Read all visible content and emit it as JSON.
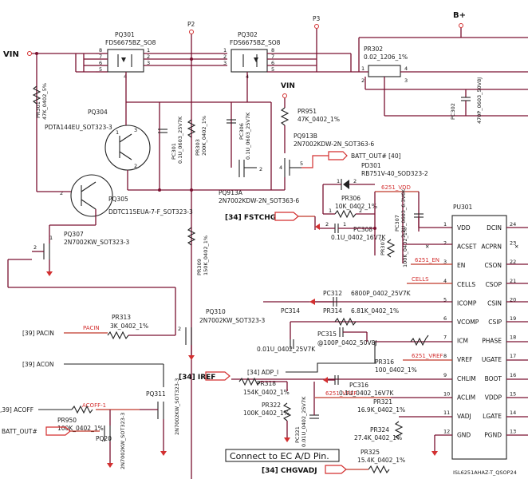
{
  "nets": {
    "vin_left": "VIN",
    "vin_mid": "VIN",
    "bplus": "B+",
    "p2": "P2",
    "p3": "P3",
    "vdd_6251": "6251_VDD",
    "en_6251": "6251_EN",
    "cells": "CELLS",
    "vref_6251": "6251_VREF",
    "vref_6251_b": "6251_VREF",
    "pacin": "PACIN",
    "acoff1": "ACOFF-1"
  },
  "ports": {
    "fstchg": "[34]  FSTCHG",
    "iref": "[34]  IREF",
    "chgvadj": "[34]  CHGVADJ",
    "pacin": "[39]  PACIN",
    "acon": "[39]  ACON",
    "acoff": ",39]  ACOFF",
    "batt_out_left": "BATT_OUT#",
    "batt_out_right": "BATT_OUT#  [40]",
    "adp_i": "[34]  ADP_I"
  },
  "parts": {
    "pq301": {
      "ref": "PQ301",
      "value": "FDS6675BZ_SO8"
    },
    "pq302": {
      "ref": "PQ302",
      "value": "FDS6675BZ_SO8"
    },
    "pr302": {
      "ref": "PR302",
      "value": "0.02_1206_1%"
    },
    "pc302": {
      "ref": "PC302",
      "value": "470P_0603_50V8J"
    },
    "pr301": {
      "ref": "PR301",
      "value": "47K_0402_5%"
    },
    "pq304": {
      "ref": "PQ304",
      "value": "PDTA144EU_SOT323-3"
    },
    "pc301": {
      "ref": "PC301",
      "value": "0.1U_0603_25V7K"
    },
    "pr303": {
      "ref": "PR303",
      "value": "200K_0402_1%"
    },
    "pc306": {
      "ref": "PC306",
      "value": "0.1U_0603_25V7K"
    },
    "pr951": {
      "ref": "PR951",
      "value": "47K_0402_1%"
    },
    "pq913b": {
      "ref": "PQ913B",
      "value": "2N7002KDW-2N_SOT363-6"
    },
    "pq913a": {
      "ref": "PQ913A",
      "value": "2N7002KDW-2N_SOT363-6"
    },
    "pd301": {
      "ref": "PD301",
      "value": "RB751V-40_SOD323-2"
    },
    "pq305": {
      "ref": "PQ305",
      "value": "DDTC115EUA-7-F_SOT323-3"
    },
    "pr306": {
      "ref": "PR306",
      "value": "10K_0402_1%"
    },
    "pc308": {
      "ref": "PC308",
      "value": "0.1U_0402_16V7K"
    },
    "pc307": {
      "ref": "PC307",
      "value": "2.2U_0603_6.3V6K"
    },
    "pr307": {
      "ref": "PR307",
      "value": "100K_0402_1%"
    },
    "pq307": {
      "ref": "PQ307",
      "value": "2N7002KW_SOT323-3"
    },
    "pr309": {
      "ref": "PR309",
      "value": "150K_0402_1%"
    },
    "pr313": {
      "ref": "PR313",
      "value": "3K_0402_1%"
    },
    "pq310": {
      "ref": "PQ310",
      "value": "2N7002KW_SOT323-3"
    },
    "pc312": {
      "ref": "PC312",
      "value": "6800P_0402_25V7K"
    },
    "pr314": {
      "ref": "PR314",
      "value": "6.81K_0402_1%"
    },
    "pc314": {
      "ref": "PC314",
      "value": "0.01U_0402_25V7K"
    },
    "pc315": {
      "ref": "PC315",
      "value": "@100P_0402_50V8J"
    },
    "pr316": {
      "ref": "PR316",
      "value": "100_0402_1%"
    },
    "pc316": {
      "ref": "PC316",
      "value": "0.1U_0402_16V7K"
    },
    "pr318": {
      "ref": "PR318",
      "value": "154K_0402_1%"
    },
    "pq311": {
      "ref": "PQ311",
      "value": "2N7002KW_SOT323-3"
    },
    "pr950": {
      "ref": "PR950",
      "value": "100K_0402_1%"
    },
    "pq20": {
      "ref": "PQ20",
      "value": "2N7002KW_SOT323-3"
    },
    "pr322": {
      "ref": "PR322",
      "value": "100K_0402_1%"
    },
    "pc321": {
      "ref": "PC321",
      "value": "0.01U_0402_25V7K"
    },
    "pr321": {
      "ref": "PR321",
      "value": "16.9K_0402_1%"
    },
    "pr324": {
      "ref": "PR324",
      "value": "27.4K_0402_1%"
    },
    "pr325": {
      "ref": "PR325",
      "value": "15.4K_0402_1%"
    }
  },
  "ic": {
    "ref": "PU301",
    "part": "ISL6251AHAZ-T_QSOP24",
    "left_pins": [
      {
        "num": "1",
        "name": "VDD"
      },
      {
        "num": "2",
        "name": "ACSET"
      },
      {
        "num": "3",
        "name": "EN"
      },
      {
        "num": "4",
        "name": "CELLS"
      },
      {
        "num": "5",
        "name": "ICOMP"
      },
      {
        "num": "6",
        "name": "VCOMP"
      },
      {
        "num": "7",
        "name": "ICM"
      },
      {
        "num": "8",
        "name": "VREF"
      },
      {
        "num": "9",
        "name": "CHLIM"
      },
      {
        "num": "10",
        "name": "ACLIM"
      },
      {
        "num": "11",
        "name": "VADJ"
      },
      {
        "num": "12",
        "name": "GND"
      }
    ],
    "right_pins": [
      {
        "num": "24",
        "name": "DCIN"
      },
      {
        "num": "23",
        "name": "ACPRN"
      },
      {
        "num": "22",
        "name": "CSON"
      },
      {
        "num": "21",
        "name": "CSOP"
      },
      {
        "num": "20",
        "name": "CSIN"
      },
      {
        "num": "19",
        "name": "CSIP"
      },
      {
        "num": "18",
        "name": "PHASE"
      },
      {
        "num": "17",
        "name": "UGATE"
      },
      {
        "num": "16",
        "name": "BOOT"
      },
      {
        "num": "15",
        "name": "VDDP"
      },
      {
        "num": "14",
        "name": "LGATE"
      },
      {
        "num": "13",
        "name": "PGND"
      }
    ]
  },
  "annotation": "Connect to EC A/D Pin."
}
